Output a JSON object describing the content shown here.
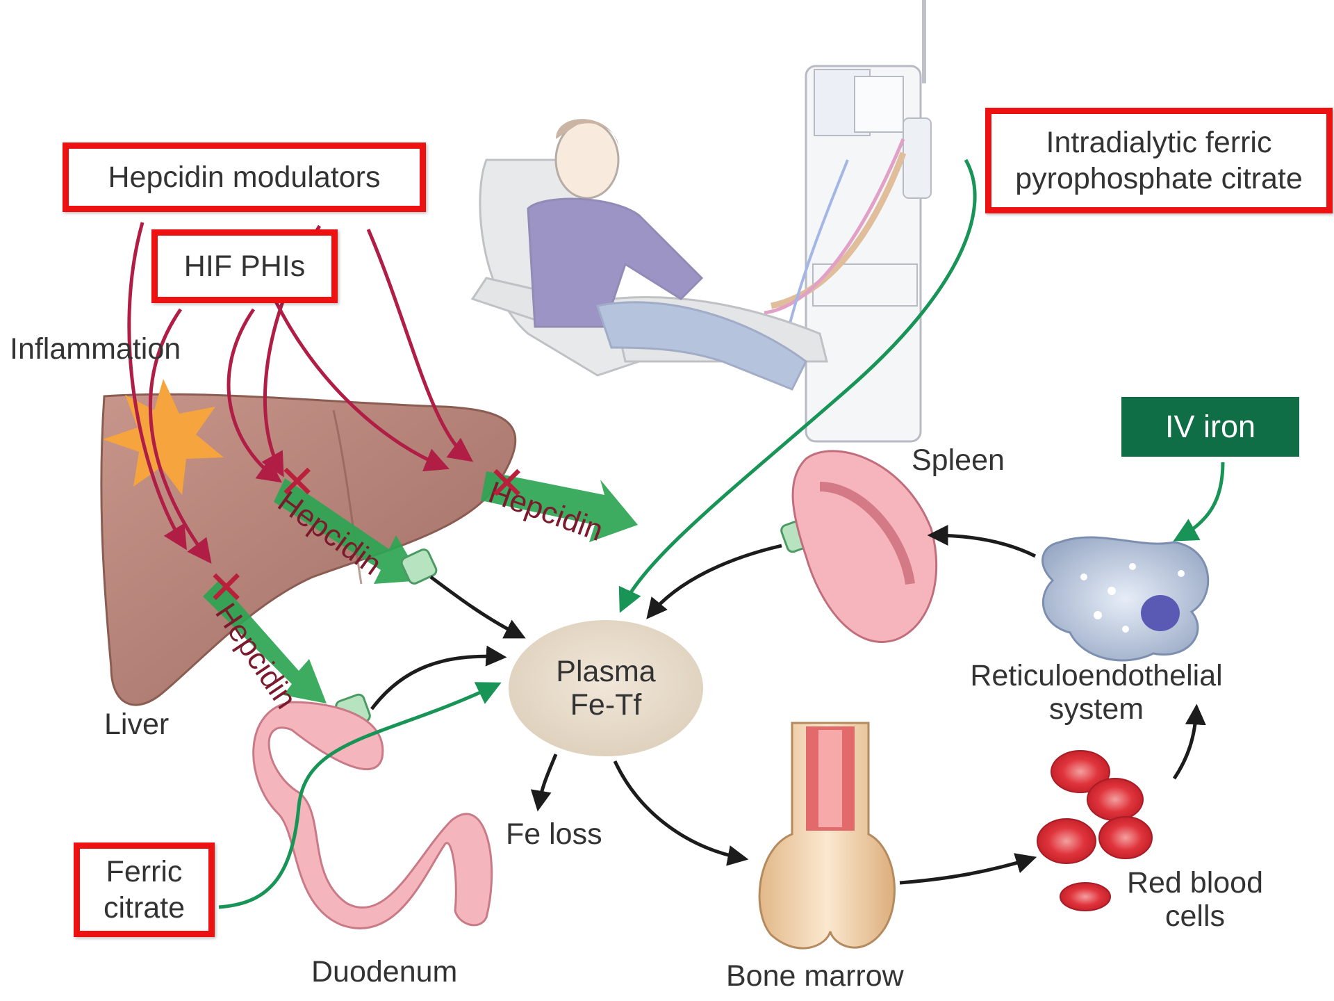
{
  "boxes": {
    "hepcidin_modulators": "Hepcidin modulators",
    "hif_phis": "HIF PHIs",
    "intradialytic_line1": "Intradialytic ferric",
    "intradialytic_line2": "pyrophosphate citrate",
    "ferric_line1": "Ferric",
    "ferric_line2": "citrate",
    "iv_iron": "IV iron"
  },
  "labels": {
    "inflammation": "Inflammation",
    "liver": "Liver",
    "duodenum": "Duodenum",
    "plasma_line1": "Plasma",
    "plasma_line2": "Fe-Tf",
    "fe_loss": "Fe loss",
    "spleen": "Spleen",
    "res_line1": "Reticuloendothelial",
    "res_line2": "system",
    "bone_marrow": "Bone marrow",
    "rbc_line1": "Red blood",
    "rbc_line2": "cells",
    "hepcidin_1": "Hepcidin",
    "hepcidin_2": "Hepcidin",
    "hepcidin_3": "Hepcidin"
  },
  "colors": {
    "highlight_box": "#ee1111",
    "iv_iron_box": "#0f6e45",
    "modulator_arrow": "#b01e46",
    "supplement_arrow": "#179456",
    "flow_arrow": "#1c1c1c",
    "plasma": "#e8dccb"
  }
}
